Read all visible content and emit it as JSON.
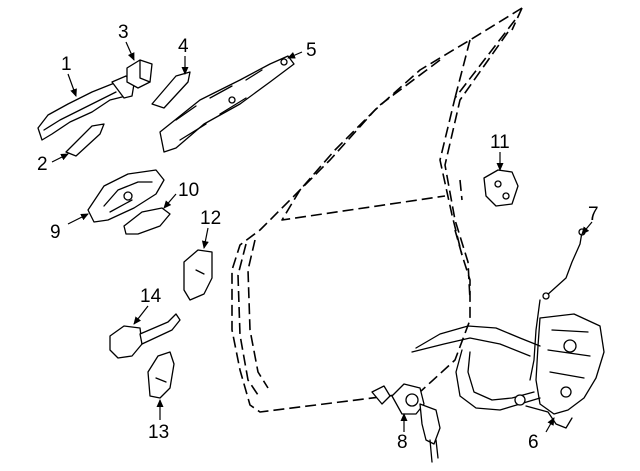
{
  "diagram": {
    "callouts": [
      {
        "id": "1",
        "text": "1"
      },
      {
        "id": "2",
        "text": "2"
      },
      {
        "id": "3",
        "text": "3"
      },
      {
        "id": "4",
        "text": "4"
      },
      {
        "id": "5",
        "text": "5"
      },
      {
        "id": "6",
        "text": "6"
      },
      {
        "id": "7",
        "text": "7"
      },
      {
        "id": "8",
        "text": "8"
      },
      {
        "id": "9",
        "text": "9"
      },
      {
        "id": "10",
        "text": "10"
      },
      {
        "id": "11",
        "text": "11"
      },
      {
        "id": "12",
        "text": "12"
      },
      {
        "id": "13",
        "text": "13"
      },
      {
        "id": "14",
        "text": "14"
      }
    ],
    "colors": {
      "line": "#000000",
      "background": "#ffffff"
    }
  }
}
